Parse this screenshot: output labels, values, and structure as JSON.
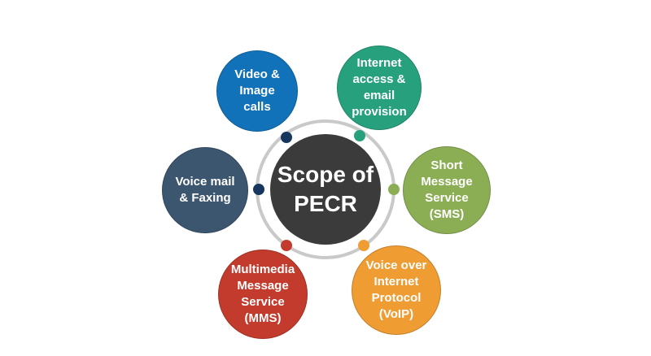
{
  "diagram": {
    "background_color": "#ffffff",
    "ring_color": "#c9c9c9",
    "center": {
      "label": "Scope of\nPECR",
      "bg_color": "#3b3b3b",
      "text_color": "#ffffff"
    },
    "satellites": [
      {
        "name": "video-image-calls",
        "label": "Video &\nImage\ncalls",
        "color": "#1272b9",
        "connector_dot_color": "#17365d"
      },
      {
        "name": "internet-access-email-provision",
        "label": "Internet\naccess &\nemail\nprovision",
        "color": "#27a07d",
        "connector_dot_color": "#27a07d"
      },
      {
        "name": "short-message-service",
        "label": "Short\nMessage\nService\n(SMS)",
        "color": "#8bae55",
        "connector_dot_color": "#8bae55"
      },
      {
        "name": "voice-over-internet-protocol",
        "label": "Voice over\nInternet\nProtocol\n(VoIP)",
        "color": "#ef9c33",
        "connector_dot_color": "#ef9c33"
      },
      {
        "name": "multimedia-message-service",
        "label": "Multimedia\nMessage\nService\n(MMS)",
        "color": "#c23b2c",
        "connector_dot_color": "#c23b2c"
      },
      {
        "name": "voice-mail-faxing",
        "label": "Voice mail\n& Faxing",
        "color": "#3d5670",
        "connector_dot_color": "#17365d"
      }
    ]
  }
}
